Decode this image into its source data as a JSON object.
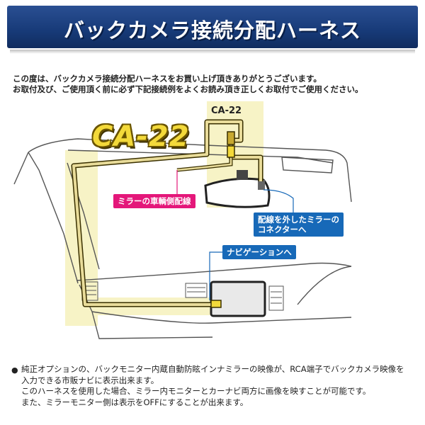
{
  "header": {
    "title": "バックカメラ接続分配ハーネス"
  },
  "intro": {
    "line1": "この度は、バックカメラ接続分配ハーネスをお買い上げ頂きありがとうございます。",
    "line2": "お取付及び、ご使用頂く前に必ず下記接続例をよくお読み頂き正しくお取付でご使用ください。"
  },
  "diagram": {
    "product_code_large": "CA-22",
    "product_code_small": "CA-22",
    "label_mirror_side": "ミラーの車輌側配線",
    "label_mirror_connector_line1": "配線を外したミラーの",
    "label_mirror_connector_line2": "コネクターへ",
    "label_navigation": "ナビゲーションへ",
    "colors": {
      "highlight": "#f7f3c6",
      "cable": "#e9dc9a",
      "pink_label": "#e4177a",
      "blue_label": "#1769b8",
      "banner": "#1b3f80"
    }
  },
  "notes": {
    "bullet": "●",
    "line1": "純正オプションの、バックモニター内蔵自動防眩インナミラーの映像が、RCA端子でバックカメラ映像を",
    "line2": "入力できる市販ナビに表示出来ます。",
    "line3": "このハーネスを使用した場合、ミラー内モニターとカーナビ両方に画像を映すことが可能です。",
    "line4": "また、ミラーモニター側は表示をOFFにすることが出来ます。"
  }
}
